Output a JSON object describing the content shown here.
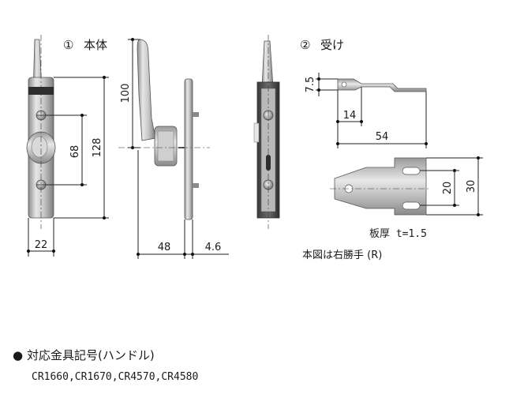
{
  "views": {
    "body_title_num": "①",
    "body_title": "本体",
    "strike_title_num": "②",
    "strike_title": "受け"
  },
  "dimensions": {
    "body_height": "128",
    "body_pitch": "68",
    "body_width": "22",
    "handle_height": "100",
    "handle_depth": "48",
    "plate_thickness": "4.6",
    "strike_step": "7.5",
    "strike_offset": "14",
    "strike_length": "54",
    "strike_pitch": "20",
    "strike_width": "30"
  },
  "notes": {
    "thickness": "板厚 t=1.5",
    "orientation": "本図は右勝手 (R)"
  },
  "compatible": {
    "bullet": "●",
    "heading": "対応金具記号(ハンドル)",
    "models": "CR1660,CR1670,CR4570,CR4580"
  }
}
